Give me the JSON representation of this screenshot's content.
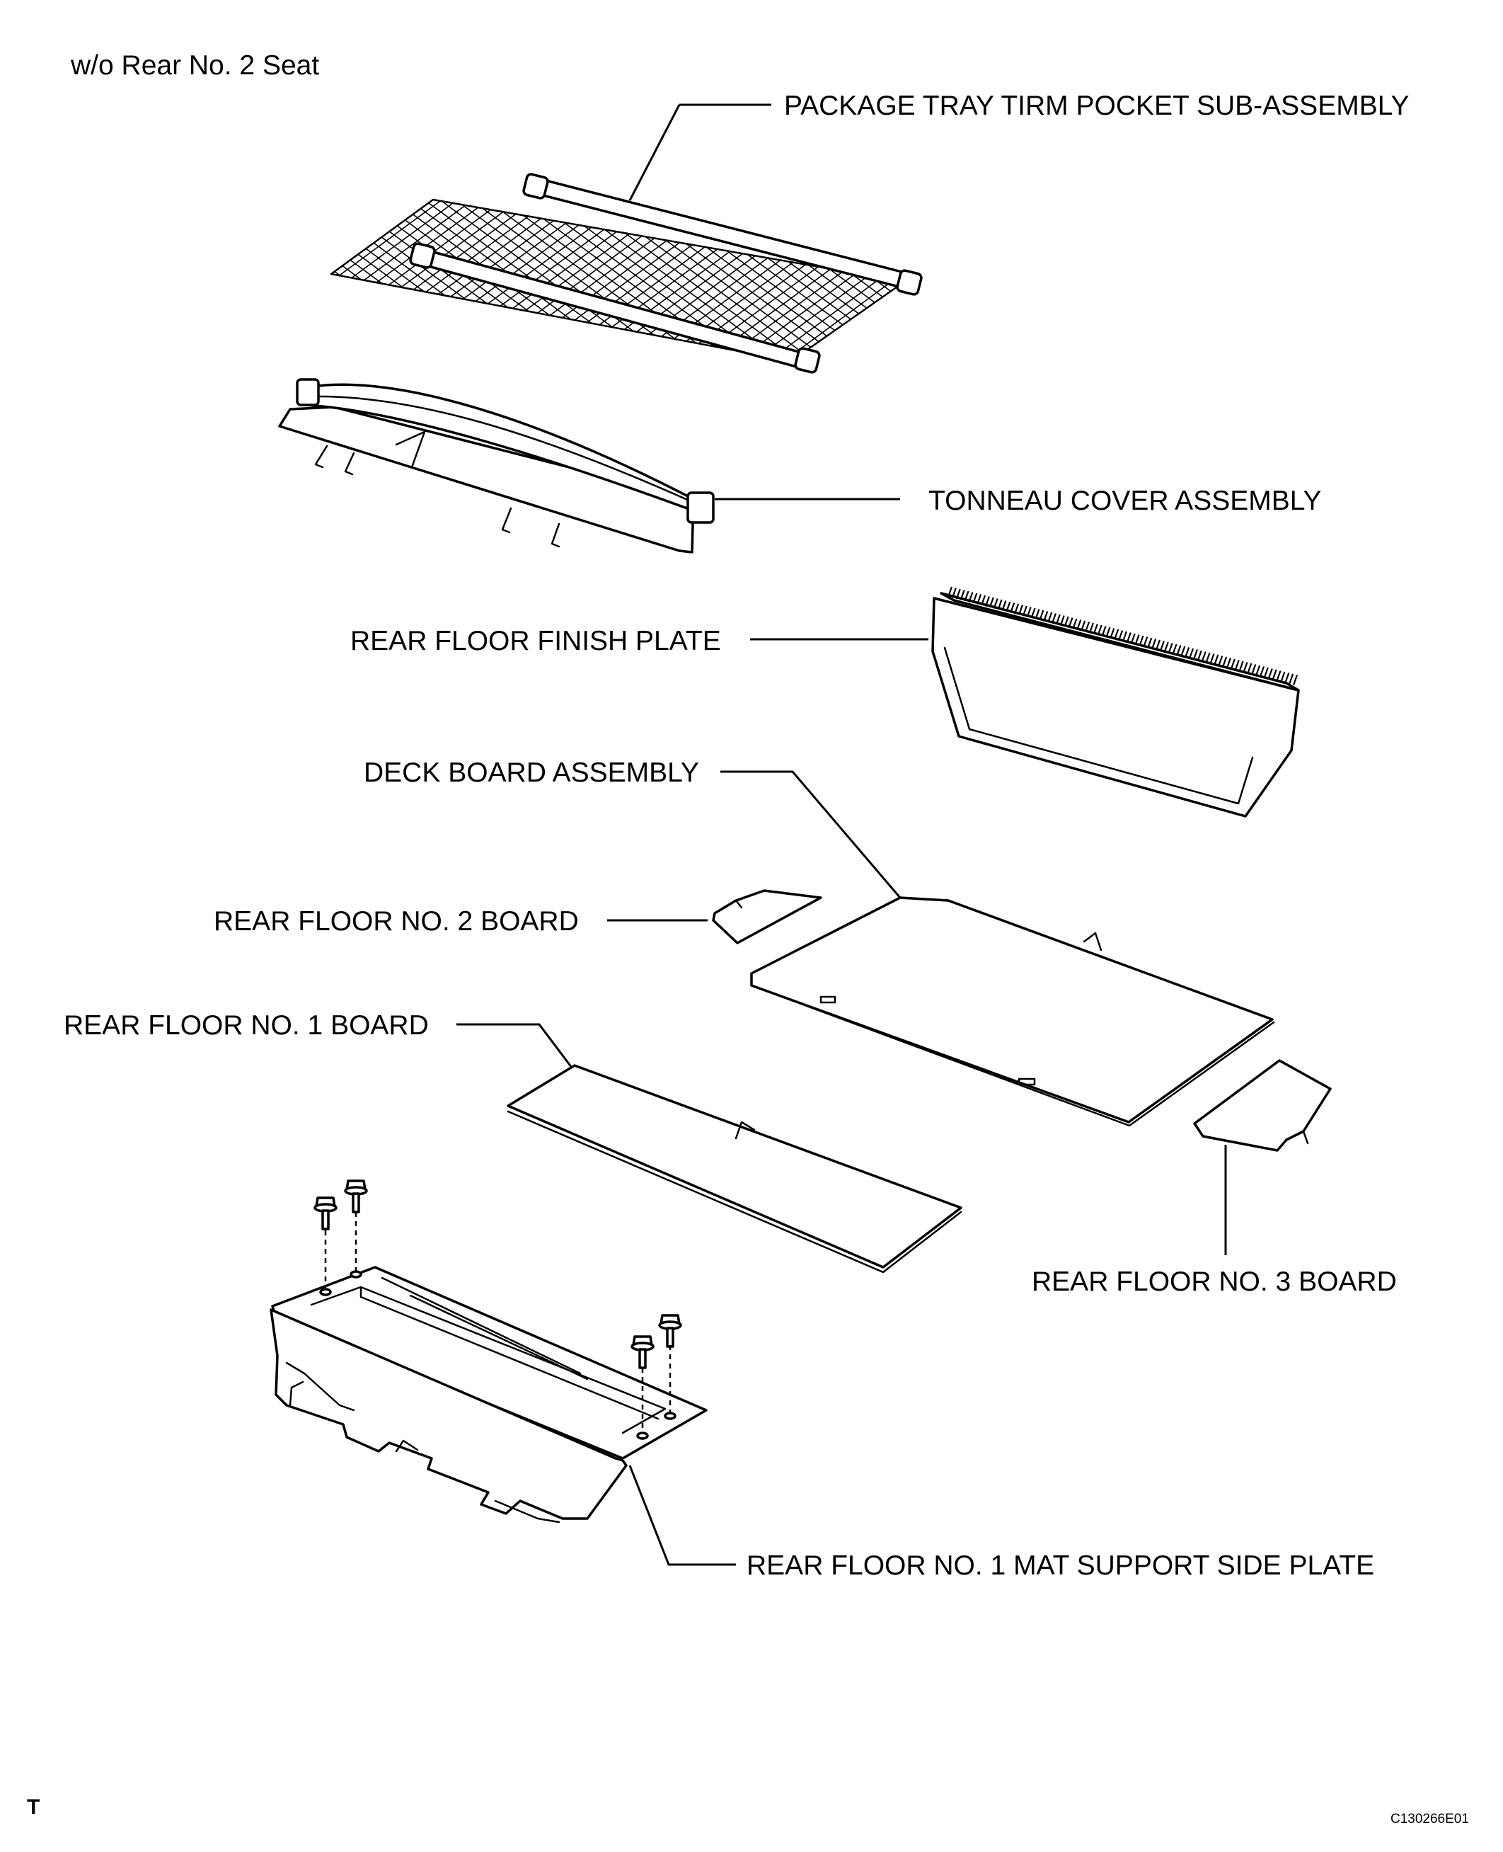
{
  "header": {
    "variant_note": "w/o Rear No. 2 Seat"
  },
  "diagram": {
    "parts": [
      {
        "id": "package-tray",
        "label": "PACKAGE TRAY TIRM POCKET SUB-ASSEMBLY"
      },
      {
        "id": "tonneau-cover",
        "label": "TONNEAU COVER ASSEMBLY"
      },
      {
        "id": "finish-plate",
        "label": "REAR FLOOR FINISH PLATE"
      },
      {
        "id": "deck-board",
        "label": "DECK BOARD ASSEMBLY"
      },
      {
        "id": "no2-board",
        "label": "REAR FLOOR NO. 2 BOARD"
      },
      {
        "id": "no1-board",
        "label": "REAR FLOOR NO. 1 BOARD"
      },
      {
        "id": "no3-board",
        "label": "REAR FLOOR NO. 3 BOARD"
      },
      {
        "id": "support-plate",
        "label": "REAR FLOOR NO. 1 MAT SUPPORT SIDE PLATE"
      }
    ]
  },
  "footer": {
    "corner_mark": "T",
    "figure_code": "C130266E01"
  }
}
